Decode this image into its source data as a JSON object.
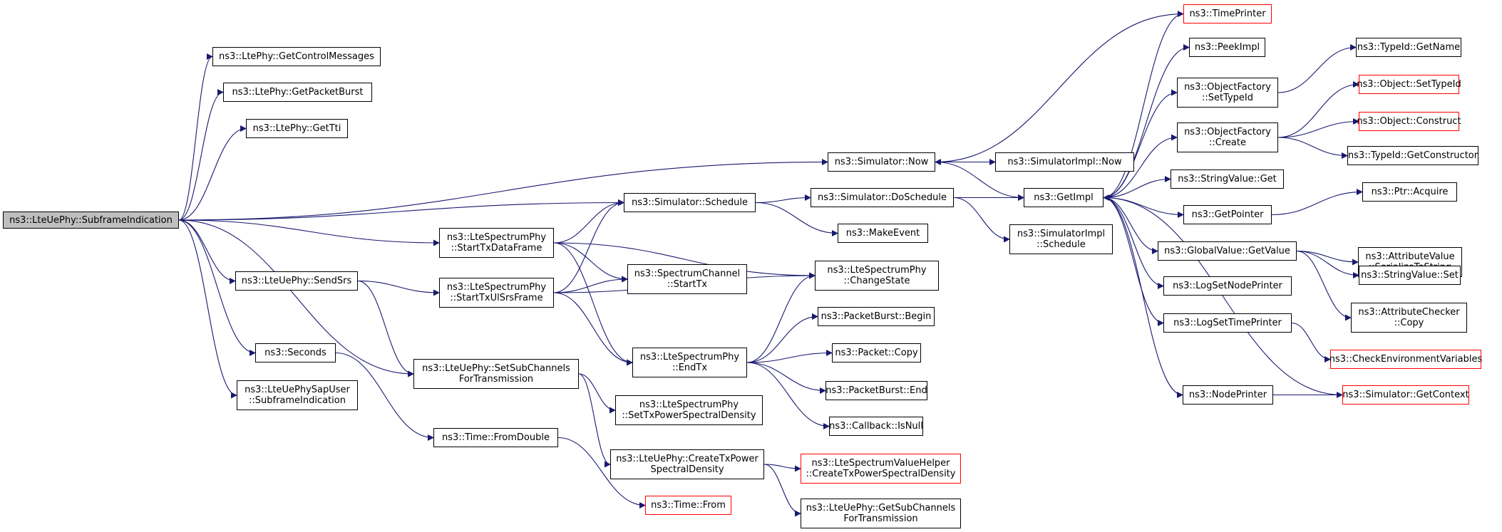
{
  "colors": {
    "edge": "#191970",
    "border": "#000000",
    "border_missing": "#ff0000",
    "root_fill": "#bfbfbf"
  },
  "nodes": [
    {
      "id": "root",
      "lines": [
        "ns3::LteUePhy::SubframeIndication"
      ],
      "kind": "root"
    },
    {
      "id": "getcontrolmessages",
      "lines": [
        "ns3::LtePhy::GetControlMessages"
      ]
    },
    {
      "id": "getpacketburst",
      "lines": [
        "ns3::LtePhy::GetPacketBurst"
      ]
    },
    {
      "id": "gettti",
      "lines": [
        "ns3::LtePhy::GetTti"
      ]
    },
    {
      "id": "sendsrs",
      "lines": [
        "ns3::LteUePhy::SendSrs"
      ]
    },
    {
      "id": "seconds",
      "lines": [
        "ns3::Seconds"
      ]
    },
    {
      "id": "sapuser",
      "lines": [
        "ns3::LteUePhySapUser",
        "::SubframeIndication"
      ]
    },
    {
      "id": "schedule",
      "lines": [
        "ns3::Simulator::Schedule"
      ]
    },
    {
      "id": "starttxdata",
      "lines": [
        "ns3::LteSpectrumPhy",
        "::StartTxDataFrame"
      ]
    },
    {
      "id": "starttxulsrs",
      "lines": [
        "ns3::LteSpectrumPhy",
        "::StartTxUlSrsFrame"
      ]
    },
    {
      "id": "setsubchannels",
      "lines": [
        "ns3::LteUePhy::SetSubChannels",
        "ForTransmission"
      ]
    },
    {
      "id": "fromdouble",
      "lines": [
        "ns3::Time::FromDouble"
      ]
    },
    {
      "id": "spectrumchannel",
      "lines": [
        "ns3::SpectrumChannel",
        "::StartTx"
      ]
    },
    {
      "id": "endtx",
      "lines": [
        "ns3::LteSpectrumPhy",
        "::EndTx"
      ]
    },
    {
      "id": "settxpsd",
      "lines": [
        "ns3::LteSpectrumPhy",
        "::SetTxPowerSpectralDensity"
      ]
    },
    {
      "id": "createtxpsd",
      "lines": [
        "ns3::LteUePhy::CreateTxPower",
        "SpectralDensity"
      ]
    },
    {
      "id": "timefrom",
      "lines": [
        "ns3::Time::From"
      ],
      "kind": "red"
    },
    {
      "id": "now",
      "lines": [
        "ns3::Simulator::Now"
      ]
    },
    {
      "id": "doschedule",
      "lines": [
        "ns3::Simulator::DoSchedule"
      ]
    },
    {
      "id": "makeevent",
      "lines": [
        "ns3::MakeEvent"
      ]
    },
    {
      "id": "changestate",
      "lines": [
        "ns3::LteSpectrumPhy",
        "::ChangeState"
      ]
    },
    {
      "id": "pbbegin",
      "lines": [
        "ns3::PacketBurst::Begin"
      ]
    },
    {
      "id": "packetcopy",
      "lines": [
        "ns3::Packet::Copy"
      ]
    },
    {
      "id": "pbend",
      "lines": [
        "ns3::PacketBurst::End"
      ]
    },
    {
      "id": "callbackisnull",
      "lines": [
        "ns3::Callback::IsNull"
      ]
    },
    {
      "id": "valuehelper",
      "lines": [
        "ns3::LteSpectrumValueHelper",
        "::CreateTxPowerSpectralDensity"
      ],
      "kind": "red"
    },
    {
      "id": "getsubchannels",
      "lines": [
        "ns3::LteUePhy::GetSubChannels",
        "ForTransmission"
      ]
    },
    {
      "id": "implnow",
      "lines": [
        "ns3::SimulatorImpl::Now"
      ]
    },
    {
      "id": "implschedule",
      "lines": [
        "ns3::SimulatorImpl",
        "::Schedule"
      ]
    },
    {
      "id": "getimpl",
      "lines": [
        "ns3::GetImpl"
      ]
    },
    {
      "id": "timeprinter",
      "lines": [
        "ns3::TimePrinter"
      ],
      "kind": "red"
    },
    {
      "id": "peekimpl",
      "lines": [
        "ns3::PeekImpl"
      ]
    },
    {
      "id": "ofsettypeid",
      "lines": [
        "ns3::ObjectFactory",
        "::SetTypeId"
      ]
    },
    {
      "id": "ofcreate",
      "lines": [
        "ns3::ObjectFactory",
        "::Create"
      ]
    },
    {
      "id": "stringvalueget",
      "lines": [
        "ns3::StringValue::Get"
      ]
    },
    {
      "id": "getpointer",
      "lines": [
        "ns3::GetPointer"
      ]
    },
    {
      "id": "gvgetvalue",
      "lines": [
        "ns3::GlobalValue::GetValue"
      ]
    },
    {
      "id": "logsetnodeprinter",
      "lines": [
        "ns3::LogSetNodePrinter"
      ]
    },
    {
      "id": "logsettimeprinter",
      "lines": [
        "ns3::LogSetTimePrinter"
      ]
    },
    {
      "id": "nodeprinter",
      "lines": [
        "ns3::NodePrinter"
      ]
    },
    {
      "id": "typeidgetname",
      "lines": [
        "ns3::TypeId::GetName"
      ]
    },
    {
      "id": "objsettypeid",
      "lines": [
        "ns3::Object::SetTypeId"
      ],
      "kind": "red"
    },
    {
      "id": "objconstruct",
      "lines": [
        "ns3::Object::Construct"
      ],
      "kind": "red"
    },
    {
      "id": "typeidgetctor",
      "lines": [
        "ns3::TypeId::GetConstructor"
      ]
    },
    {
      "id": "ptracquire",
      "lines": [
        "ns3::Ptr::Acquire"
      ]
    },
    {
      "id": "avserialize",
      "lines": [
        "ns3::AttributeValue",
        "::SerializeToString"
      ]
    },
    {
      "id": "stringvalueset",
      "lines": [
        "ns3::StringValue::Set"
      ]
    },
    {
      "id": "accopy",
      "lines": [
        "ns3::AttributeChecker",
        "::Copy"
      ]
    },
    {
      "id": "checkenv",
      "lines": [
        "ns3::CheckEnvironmentVariables"
      ],
      "kind": "red"
    },
    {
      "id": "getcontext",
      "lines": [
        "ns3::Simulator::GetContext"
      ],
      "kind": "red"
    }
  ],
  "edges": [
    [
      "root",
      "getcontrolmessages"
    ],
    [
      "root",
      "getpacketburst"
    ],
    [
      "root",
      "gettti"
    ],
    [
      "root",
      "now"
    ],
    [
      "root",
      "schedule"
    ],
    [
      "root",
      "starttxdata"
    ],
    [
      "root",
      "sendsrs"
    ],
    [
      "root",
      "setsubchannels"
    ],
    [
      "root",
      "seconds"
    ],
    [
      "root",
      "sapuser"
    ],
    [
      "sendsrs",
      "starttxulsrs"
    ],
    [
      "sendsrs",
      "setsubchannels"
    ],
    [
      "seconds",
      "fromdouble"
    ],
    [
      "fromdouble",
      "timefrom"
    ],
    [
      "starttxdata",
      "schedule"
    ],
    [
      "starttxdata",
      "spectrumchannel"
    ],
    [
      "starttxdata",
      "changestate"
    ],
    [
      "starttxdata",
      "endtx"
    ],
    [
      "starttxulsrs",
      "schedule"
    ],
    [
      "starttxulsrs",
      "spectrumchannel"
    ],
    [
      "starttxulsrs",
      "changestate"
    ],
    [
      "starttxulsrs",
      "endtx"
    ],
    [
      "setsubchannels",
      "settxpsd"
    ],
    [
      "setsubchannels",
      "createtxpsd"
    ],
    [
      "createtxpsd",
      "valuehelper"
    ],
    [
      "createtxpsd",
      "getsubchannels"
    ],
    [
      "endtx",
      "changestate"
    ],
    [
      "endtx",
      "pbbegin"
    ],
    [
      "endtx",
      "packetcopy"
    ],
    [
      "endtx",
      "pbend"
    ],
    [
      "endtx",
      "callbackisnull"
    ],
    [
      "schedule",
      "doschedule"
    ],
    [
      "schedule",
      "makeevent"
    ],
    [
      "now",
      "implnow"
    ],
    [
      "now",
      "getimpl"
    ],
    [
      "doschedule",
      "getimpl"
    ],
    [
      "doschedule",
      "implschedule"
    ],
    [
      "getimpl",
      "timeprinter"
    ],
    [
      "getimpl",
      "peekimpl"
    ],
    [
      "getimpl",
      "ofsettypeid"
    ],
    [
      "getimpl",
      "ofcreate"
    ],
    [
      "getimpl",
      "stringvalueget"
    ],
    [
      "getimpl",
      "getpointer"
    ],
    [
      "getimpl",
      "gvgetvalue"
    ],
    [
      "getimpl",
      "logsetnodeprinter"
    ],
    [
      "getimpl",
      "logsettimeprinter"
    ],
    [
      "getimpl",
      "nodeprinter"
    ],
    [
      "timeprinter",
      "now"
    ],
    [
      "ofsettypeid",
      "typeidgetname"
    ],
    [
      "ofcreate",
      "objsettypeid"
    ],
    [
      "ofcreate",
      "objconstruct"
    ],
    [
      "ofcreate",
      "typeidgetctor"
    ],
    [
      "getpointer",
      "ptracquire"
    ],
    [
      "gvgetvalue",
      "avserialize"
    ],
    [
      "gvgetvalue",
      "stringvalueset"
    ],
    [
      "gvgetvalue",
      "accopy"
    ],
    [
      "logsettimeprinter",
      "checkenv"
    ],
    [
      "nodeprinter",
      "getcontext"
    ],
    [
      "getcontext",
      "getimpl"
    ]
  ]
}
